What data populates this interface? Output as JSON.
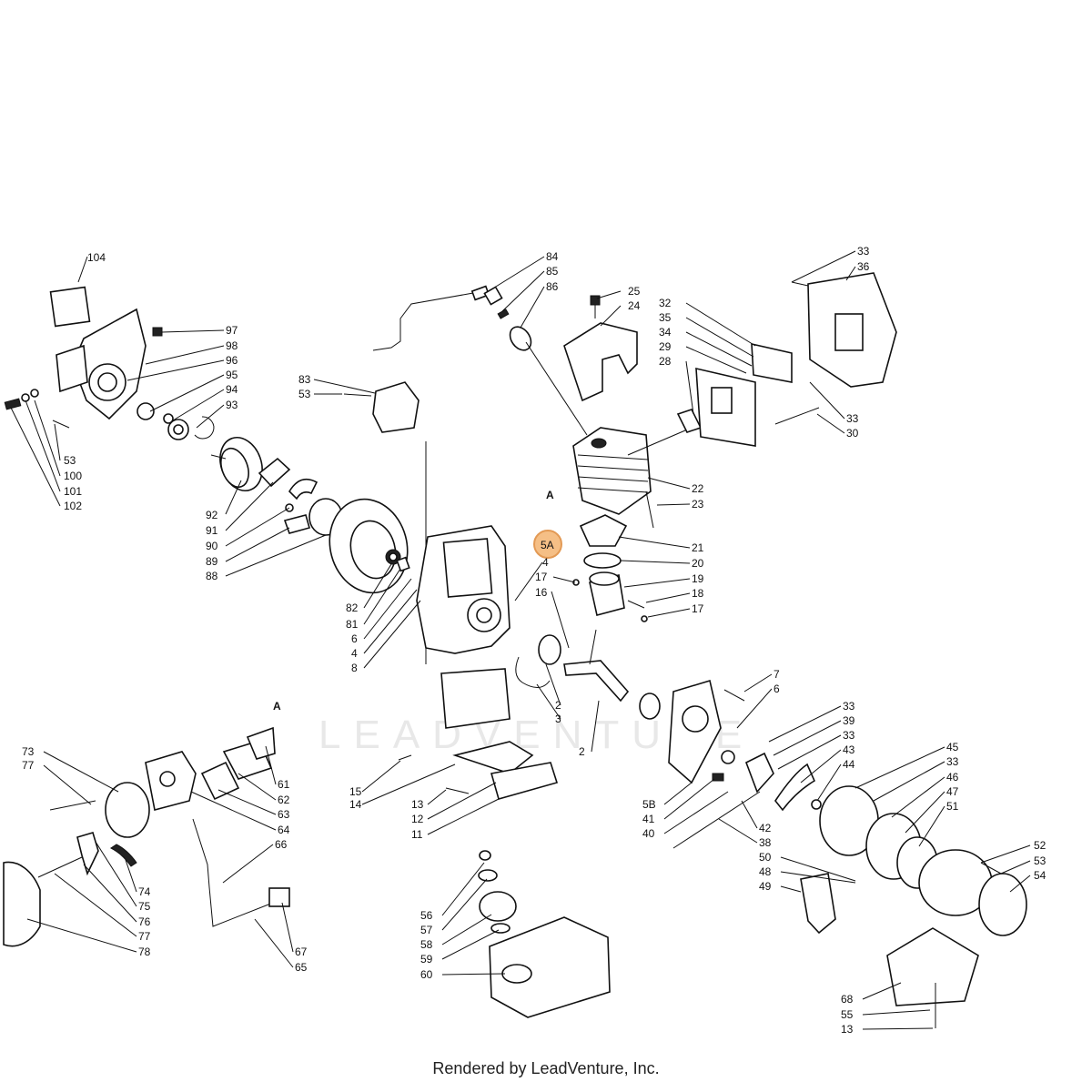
{
  "labels": {
    "104": "104",
    "97": "97",
    "98": "98",
    "96": "96",
    "95": "95",
    "94": "94",
    "93": "93",
    "53": "53",
    "100": "100",
    "101": "101",
    "102": "102",
    "92": "92",
    "91": "91",
    "90": "90",
    "89": "89",
    "88": "88",
    "83": "83",
    "84": "84",
    "85": "85",
    "86": "86",
    "82": "82",
    "81": "81",
    "6": "6",
    "4": "4",
    "8": "8",
    "25": "25",
    "24": "24",
    "32": "32",
    "35": "35",
    "34": "34",
    "29": "29",
    "28": "28",
    "33": "33",
    "36": "36",
    "30": "30",
    "22": "22",
    "23": "23",
    "A": "A",
    "21": "21",
    "20": "20",
    "5A": "5A",
    "17": "17",
    "19": "19",
    "16": "16",
    "18": "18",
    "2": "2",
    "3": "3",
    "7": "7",
    "15": "15",
    "14": "14",
    "13": "13",
    "12": "12",
    "11": "11",
    "39": "39",
    "43": "43",
    "44": "44",
    "45": "45",
    "46": "46",
    "47": "47",
    "51": "51",
    "5B": "5B",
    "41": "41",
    "40": "40",
    "42": "42",
    "38": "38",
    "52": "52",
    "54": "54",
    "50": "50",
    "48": "48",
    "49": "49",
    "73": "73",
    "77": "77",
    "74": "74",
    "75": "75",
    "76": "76",
    "78": "78",
    "61": "61",
    "62": "62",
    "63": "63",
    "64": "64",
    "66": "66",
    "67": "67",
    "65": "65",
    "56": "56",
    "57": "57",
    "58": "58",
    "59": "59",
    "60": "60",
    "68": "68",
    "55": "55"
  },
  "highlighted_part": "5A",
  "watermark": "LEADVENTURE",
  "footer": "Rendered by LeadVenture, Inc."
}
